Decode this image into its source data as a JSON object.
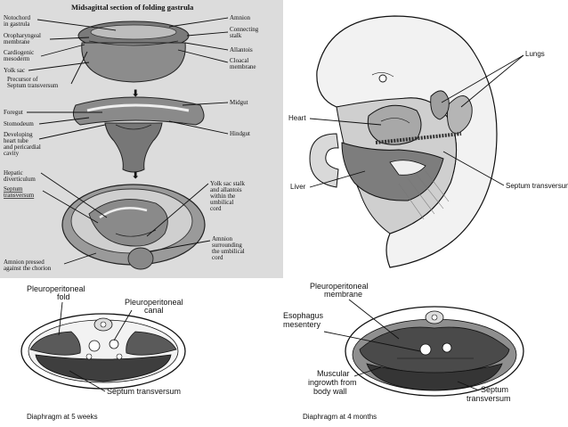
{
  "panel_a": {
    "title": "Midsagittal section of folding gastrula",
    "left_labels": [
      "Notochord in gastrula",
      "Oropharyngeal membrane",
      "Cardiogenic mesoderm",
      "Yolk sac",
      "Precursor of Septum transversum",
      "Foregut",
      "Stomodeum",
      "Developing heart tube and pericardial cavity",
      "Hepatic diverticulum",
      "Septum transversum",
      "Amnion pressed against the chorion"
    ],
    "right_labels": [
      "Amnion",
      "Connecting stalk",
      "Allantois",
      "Cloacal membrane",
      "Midgut",
      "Hindgut",
      "Yolk sac stalk and allantois within the umbilical cord",
      "Amnion surrounding the umbilical cord"
    ]
  },
  "panel_b": {
    "labels": {
      "lungs": "Lungs",
      "heart": "Heart",
      "liver": "Liver",
      "septum": "Septum transversum"
    }
  },
  "panel_c": {
    "labels": {
      "fold": "Pleuroperitoneal fold",
      "canal": "Pleuroperitoneal canal",
      "septum": "Septum transversum"
    },
    "caption": "Diaphragm at 5 weeks"
  },
  "panel_d": {
    "labels": {
      "membrane": "Pleuroperitoneal membrane",
      "esophagus": "Esophagus mesentery",
      "muscular": "Muscular ingrowth from body wall",
      "septum": "Septum transversum"
    },
    "caption": "Diaphragm at 4 months"
  },
  "colors": {
    "tissue_dark": "#555555",
    "tissue_mid": "#8a8a8a",
    "tissue_light": "#c8c8c8",
    "ink": "#111111"
  }
}
